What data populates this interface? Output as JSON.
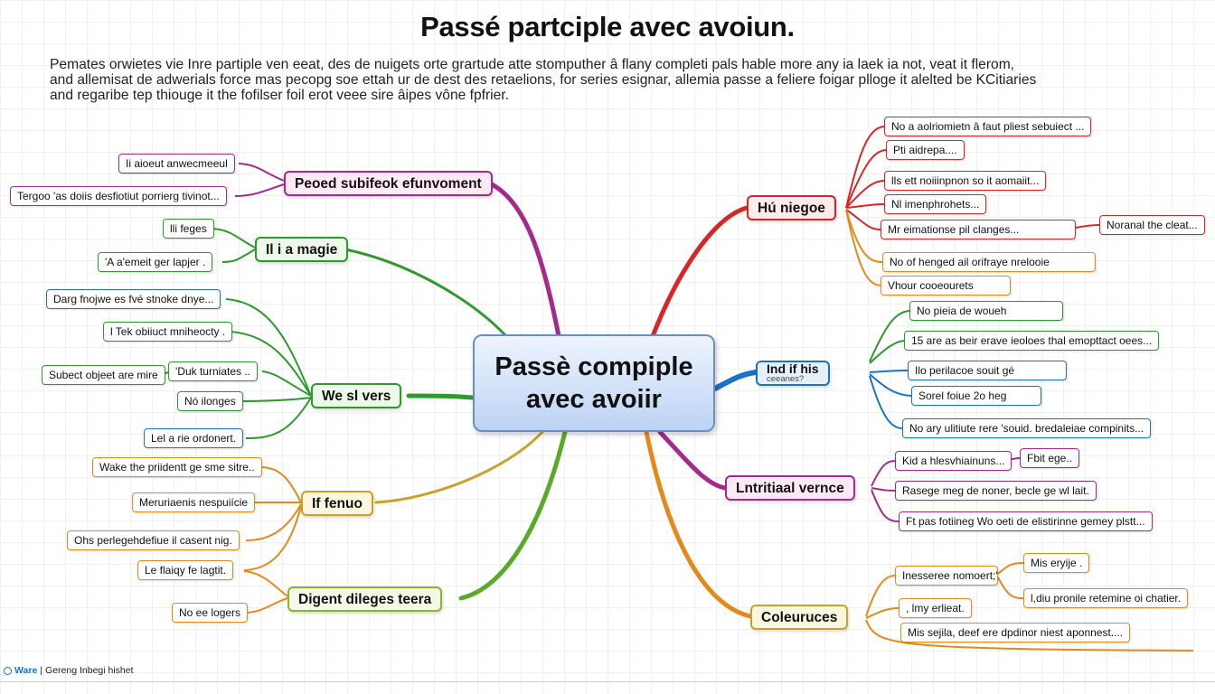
{
  "title": "Passé partciple avec avoiun.",
  "description": [
    "Pemates  orwietes vie Inre partiple ven eeat, des de nuigets orte grartude atte stomputher â flany completi pals hable more any ia laek ia not, veat it flerom,",
    "and allemisat de adwerials force mas pecopg soe ettah ur de dest des retaelions, for series esignar, allemia passe a feliere foigar plloge it alelted be KCitiaries",
    "and regaribe tep thiouge it the fofilser foil erot veee sire âipes vône fpfrier."
  ],
  "center": {
    "line1": "Passè compiple",
    "line2": "avec avoiir"
  },
  "branches": {
    "purple": "Peoed subifeok efunvoment",
    "green1": "Il i a magie",
    "green2": "We sl vers",
    "yellow": "If fenuo",
    "orange": "Digent dileges teera",
    "red": "Hú niegoe",
    "blue_line1": "Ind if his",
    "blue_line2": "ceeanes?",
    "purple2": "Lntritiaal vernce",
    "orange2": "Coleuruces"
  },
  "leaves": {
    "p1": "Ii aioeut anwecmeeul",
    "p2": "Tergoo 'as doiis desfiotiut porrierg tivinot...",
    "g1": "lli feges",
    "g2": "'A a'emeit ger lapjer .",
    "g3": "Darg fnojwe es fvé stnoke dnye...",
    "g4": "l Tek obiiuct mniheocty .",
    "g5": "Subect objeet are mire",
    "g6": "'Duk turniates ..",
    "g7": "Nó ilonges",
    "g8": "Lel a rie ordonert.",
    "o1": "Wake the priidentt ge sme sitre..",
    "o2": "Meruriaenis nespuiície",
    "o3": "Ohs perlegehdefiue il casent nig.",
    "o4": "Le flaiqy fe lagtit.",
    "o5": "No ee logers",
    "r1": "No a aolriomietn â faut pliest sebuiect ...",
    "r2": "Pti aidrepa....",
    "r3": "lls ett noiiinpnon so it aomaiit...",
    "r4": "Nl imenphrohets...",
    "r5": "Mr eimationse pil clanges...",
    "r6": "Noranal the cleat...",
    "r7": "No of henged ail orifraye nrelooie",
    "r8": "Vhour cooeourets",
    "b1": "No pieia de woueh",
    "b2": "15 are as beir erave ieoloes thal emopttact oees...",
    "b3": "Ilo perilacoe souit gé",
    "b4": "Sorel foiue 2o heg",
    "b5": "No ary ulitiute rere 'souid. bredaleiae compinits...",
    "v1": "Kid a hlesvhiainuns...",
    "v2": "Fbit ege..",
    "v3": "Rasege meg de noner, becle ge wl lait.",
    "v4": "Ft pas fotiineg Wo oeti de elistirinne gemey plstt...",
    "c1": "Inesseree nomoert;'",
    "c2": "Mis eryije .",
    "c3": "l,diu pronile retemine oi chatier.",
    "c4": ", lmy erlieat.",
    "c5": "Mis sejila, deef ere dpdinor niest aponnest...."
  },
  "footer": {
    "brand": "Ware",
    "text": "Gereng Inbegi hishet"
  },
  "colors": {
    "purple": "#a52a8c",
    "green": "#2e9a2e",
    "blue": "#1b73c6",
    "orange": "#e6891b",
    "red": "#d82626",
    "yellow": "#c9a22b"
  }
}
